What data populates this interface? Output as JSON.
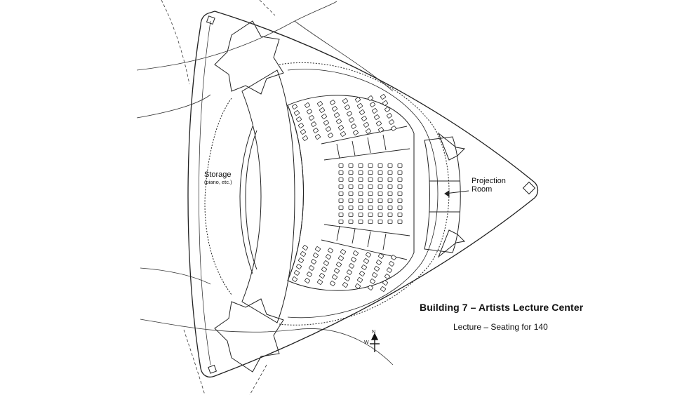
{
  "labels": {
    "storage": "Storage",
    "storage_note": "(piano, etc.)",
    "projection_line1": "Projection",
    "projection_line2": "Room"
  },
  "caption": {
    "title": "Building 7 – Artists Lecture Center",
    "subtitle": "Lecture – Seating for 140"
  },
  "compass": {
    "north": "N",
    "west": "W"
  },
  "seating": {
    "capacity": 140,
    "sections": 3
  }
}
